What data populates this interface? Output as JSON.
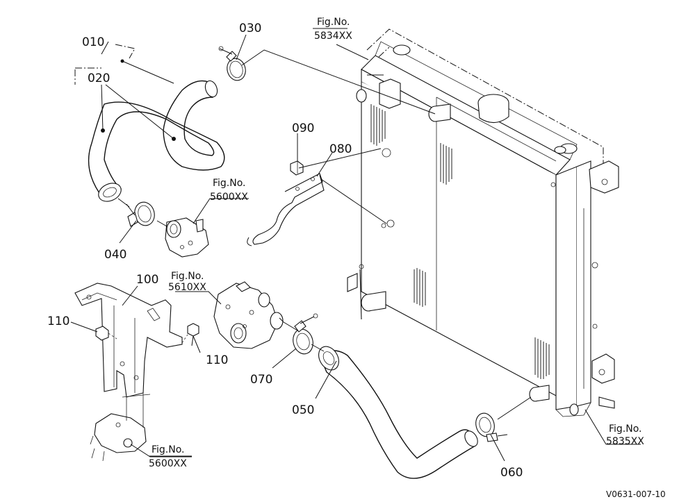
{
  "callouts": {
    "p010": "010",
    "p020": "020",
    "p030": "030",
    "p040": "040",
    "p050": "050",
    "p060": "060",
    "p070": "070",
    "p080": "080",
    "p090": "090",
    "p100": "100",
    "p110_left": "110",
    "p110_right": "110"
  },
  "figure_refs": {
    "fig_5834": {
      "label": "Fig.No.",
      "number": "5834XX"
    },
    "fig_5600_top": {
      "label": "Fig.No.",
      "number": "5600XX"
    },
    "fig_5610": {
      "label": "Fig.No.",
      "number": "5610XX"
    },
    "fig_5835": {
      "label": "Fig.No.",
      "number": "5835XX"
    },
    "fig_5600_bottom": {
      "label": "Fig.No.",
      "number": "5600XX"
    }
  },
  "drawing_code": "V0631-007-10"
}
